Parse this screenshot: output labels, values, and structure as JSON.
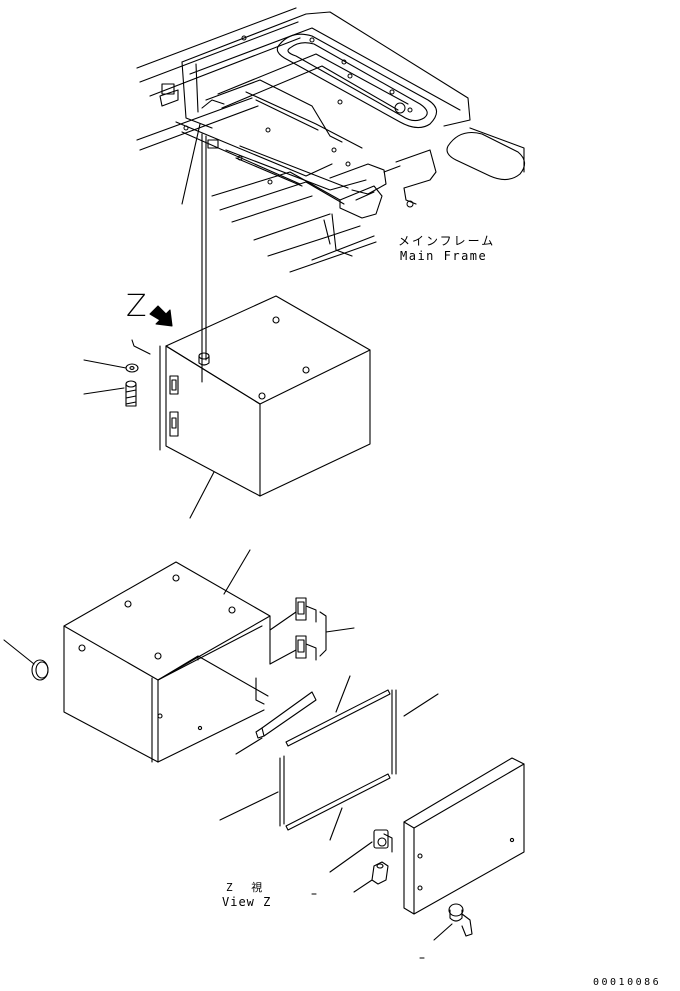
{
  "labels": {
    "main_frame_jp": "メインフレーム",
    "main_frame_en": "Main Frame",
    "view_marker": "Z",
    "view_z_jp": "Z 視",
    "view_z_en": "View Z",
    "drawing_code": "00010086"
  },
  "colors": {
    "line": "#000000",
    "background": "#ffffff"
  },
  "icons": {
    "view_direction": "view-direction-arrow-icon"
  }
}
